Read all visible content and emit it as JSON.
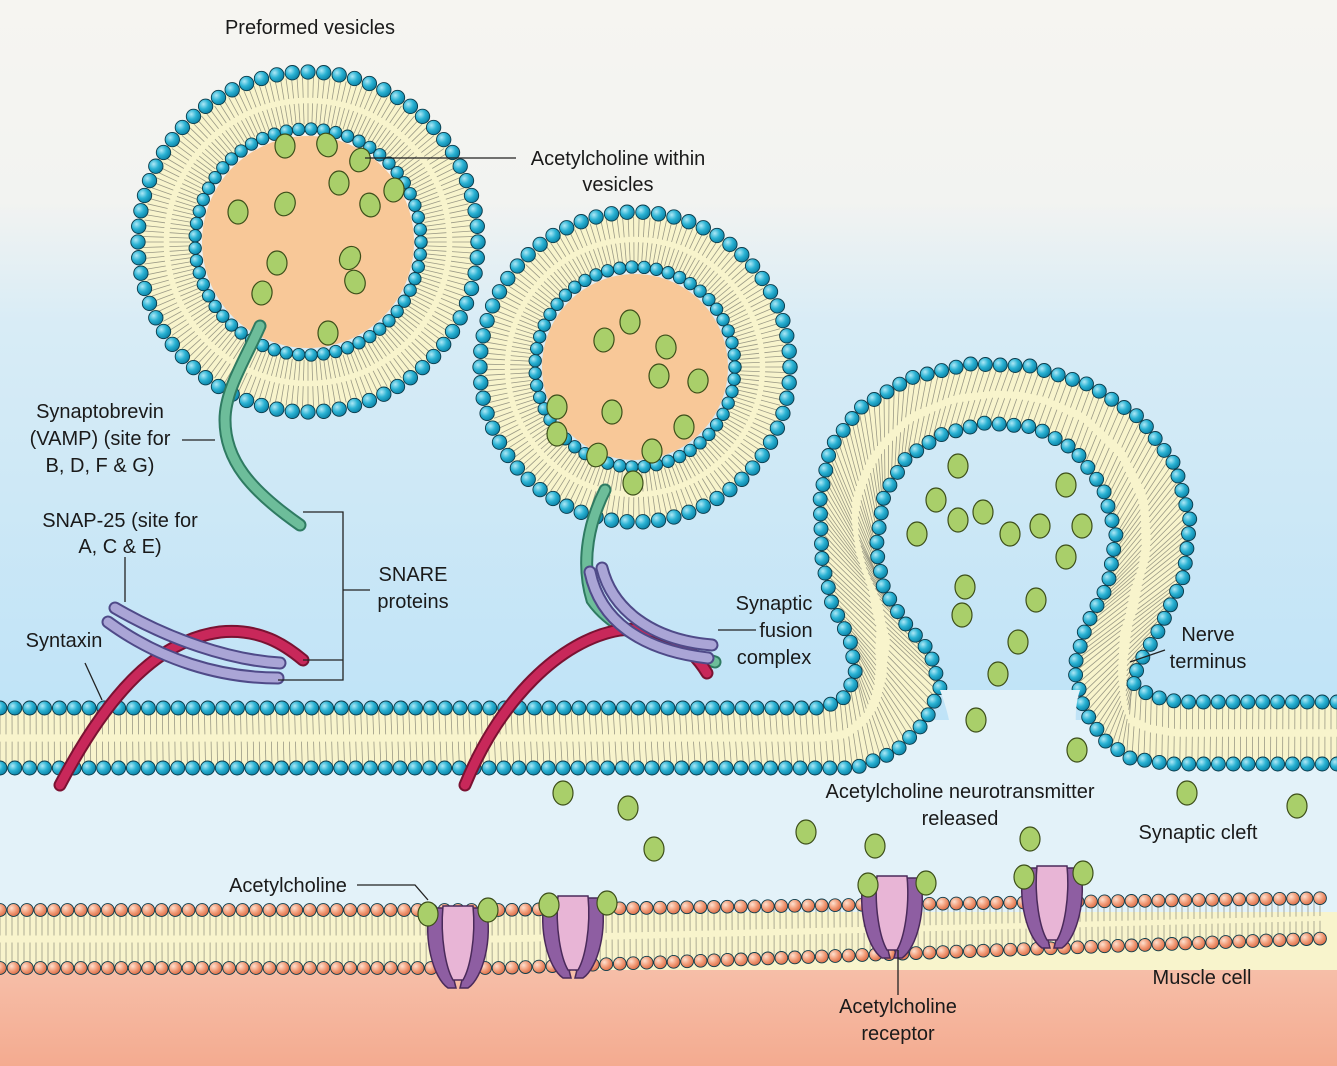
{
  "labels": {
    "preformed_vesicles": "Preformed vesicles",
    "ach_within_line1": "Acetylcholine within",
    "ach_within_line2": "vesicles",
    "synaptobrevin_line1": "Synaptobrevin",
    "synaptobrevin_line2": "(VAMP) (site for",
    "synaptobrevin_line3": "B, D, F & G)",
    "snap25_line1": "SNAP-25 (site for",
    "snap25_line2": "A, C & E)",
    "snare_line1": "SNARE",
    "snare_line2": "proteins",
    "syntaxin": "Syntaxin",
    "fusion_line1": "Synaptic",
    "fusion_line2": "fusion",
    "fusion_line3": "complex",
    "nerve_line1": "Nerve",
    "nerve_line2": "terminus",
    "released_line1": "Acetylcholine neurotransmitter",
    "released_line2": "released",
    "synaptic_cleft": "Synaptic cleft",
    "acetylcholine": "Acetylcholine",
    "muscle_cell": "Muscle cell",
    "receptor_line1": "Acetylcholine",
    "receptor_line2": "receptor"
  },
  "colors": {
    "lipid_head_nerve": "#1ba3c6",
    "lipid_head_muscle": "#ef9a74",
    "lipid_core": "#f8f4cc",
    "vesicle_lumen": "#f8c898",
    "acetylcholine": "#a9cf6a",
    "synaptobrevin": "#6dbd9a",
    "snap25": "#aaa5d6",
    "syntaxin": "#c8285a",
    "receptor_outer": "#8e5ea2",
    "receptor_inner": "#e8b5d6",
    "muscle_cytoplasm": "#f5b7a0"
  },
  "icons": [
    "vesicle-icon",
    "acetylcholine-molecule-icon",
    "snare-protein-icon",
    "acetylcholine-receptor-icon",
    "lipid-bilayer-icon"
  ]
}
